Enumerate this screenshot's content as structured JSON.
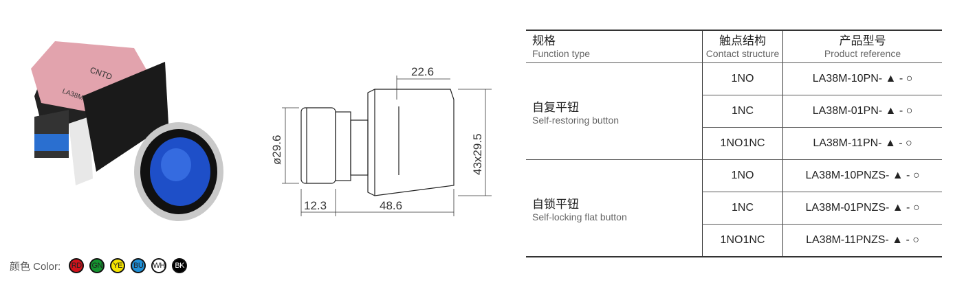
{
  "drawing": {
    "dims": {
      "top_width": "22.6",
      "diameter": "ø29.6",
      "height": "43x29.5",
      "front": "12.3",
      "body": "48.6"
    }
  },
  "colors": {
    "label": "颜色 Color:",
    "items": [
      {
        "code": "RD",
        "fill": "#d0121b",
        "text": "#222"
      },
      {
        "code": "GN",
        "fill": "#14932f",
        "text": "#222"
      },
      {
        "code": "YE",
        "fill": "#f5e400",
        "text": "#222"
      },
      {
        "code": "BU",
        "fill": "#1f8fd6",
        "text": "#222"
      },
      {
        "code": "WH",
        "fill": "#ffffff",
        "text": "#222"
      },
      {
        "code": "BK",
        "fill": "#000000",
        "text": "#fff"
      }
    ]
  },
  "table": {
    "headers": [
      {
        "cn": "规格",
        "en": "Function type"
      },
      {
        "cn": "触点结构",
        "en": "Contact structure"
      },
      {
        "cn": "产品型号",
        "en": "Product reference"
      }
    ],
    "groups": [
      {
        "cn": "自复平钮",
        "en": "Self-restoring button",
        "rows": [
          {
            "contact": "1NO",
            "ref": "LA38M-10PN- ▲ - ○"
          },
          {
            "contact": "1NC",
            "ref": "LA38M-01PN- ▲ - ○"
          },
          {
            "contact": "1NO1NC",
            "ref": "LA38M-11PN- ▲ - ○"
          }
        ]
      },
      {
        "cn": "自锁平钮",
        "en": "Self-locking flat button",
        "rows": [
          {
            "contact": "1NO",
            "ref": "LA38M-10PNZS- ▲ - ○"
          },
          {
            "contact": "1NC",
            "ref": "LA38M-01PNZS- ▲ - ○"
          },
          {
            "contact": "1NO1NC",
            "ref": "LA38M-11PNZS- ▲ - ○"
          }
        ]
      }
    ]
  },
  "photo": {
    "brand": "CNTD",
    "model": "LA38M"
  }
}
